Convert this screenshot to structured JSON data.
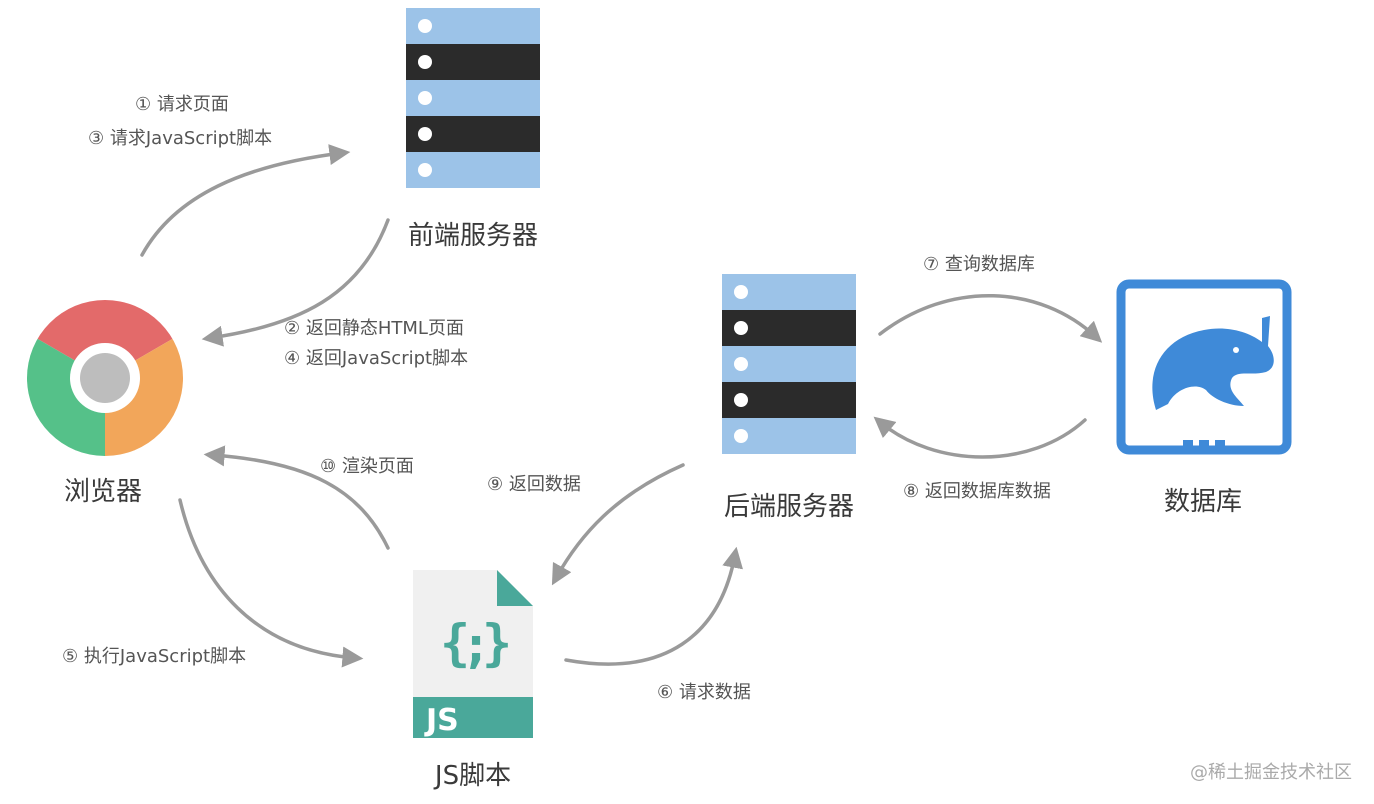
{
  "nodes": {
    "frontend_server": "前端服务器",
    "browser": "浏览器",
    "backend_server": "后端服务器",
    "database": "数据库",
    "js_script": "JS脚本"
  },
  "js_icon": {
    "badge": "JS",
    "brace_left": "{",
    "semicolon": ";",
    "brace_right": "}"
  },
  "edges": {
    "e1": "① 请求页面",
    "e3": "③ 请求JavaScript脚本",
    "e2": "② 返回静态HTML页面",
    "e4": "④ 返回JavaScript脚本",
    "e10": "⑩ 渲染页面",
    "e9": "⑨ 返回数据",
    "e7": "⑦ 查询数据库",
    "e8": "⑧ 返回数据库数据",
    "e5": "⑤ 执行JavaScript脚本",
    "e6": "⑥ 请求数据"
  },
  "watermark": "@稀土掘金技术社区",
  "colors": {
    "server_light": "#9cc3e8",
    "server_dark": "#2b2b2b",
    "arrow": "#9a9a9a",
    "db_blue": "#3f8ad8",
    "js_green": "#4aa89a",
    "chrome_red": "#e36a6a",
    "chrome_orange": "#f2a65a",
    "chrome_green": "#55c189",
    "chrome_gray": "#bdbdbd"
  }
}
